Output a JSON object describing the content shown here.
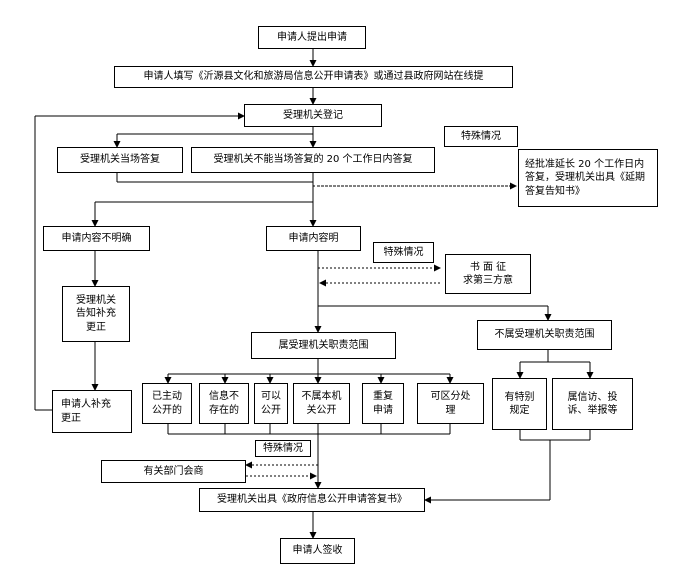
{
  "nodes": {
    "apply": "申请人提出申请",
    "fill_form": "申请人填写《沂源县文化和旅游局信息公开申请表》或通过县政府网站在线提",
    "register": "受理机关登记",
    "reply_now": "受理机关当场答复",
    "reply_20": "受理机关不能当场答复的 20 个工作日内答复",
    "special_1": "特殊情况",
    "extend": "经批准延长 20 个工作日内答复，受理机关出具《延期答复告知书》",
    "unclear": "申请内容不明确",
    "clear": "申请内容明",
    "special_2": "特殊情况",
    "third_party": "书 面 征\n求第三方意",
    "notify_fix": "受理机关\n告知补充\n更正",
    "in_scope": "属受理机关职责范围",
    "out_scope": "不属受理机关职责范围",
    "applicant_fix": "申请人补充\n更正",
    "published": "已主动\n公开的",
    "not_exist": "信息不\n存在的",
    "can_public": "可以\n公开",
    "not_public": "不属本机\n关公开",
    "duplicate": "重复\n申请",
    "partial": "可区分处\n理",
    "special_rule": "有特别\n规定",
    "petition": "属信访、投\n诉、举报等",
    "special_3": "特殊情况",
    "consult": "有关部门会商",
    "issue_reply": "受理机关出具《政府信息公开申请答复书》",
    "sign": "申请人签收"
  }
}
